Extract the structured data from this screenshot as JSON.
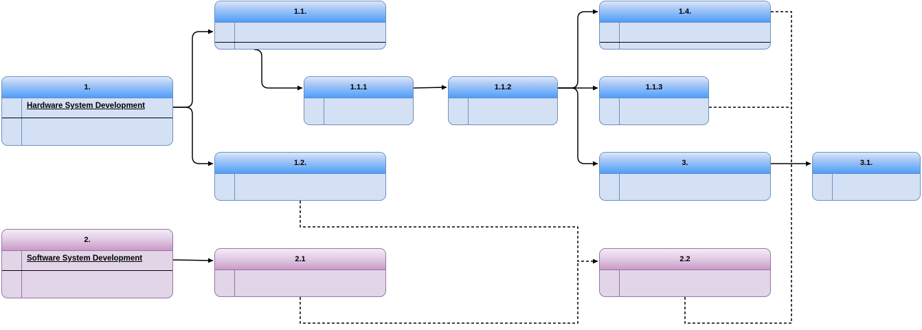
{
  "nodes": [
    {
      "id": "n1",
      "label": "1.",
      "description": "Hardware System Development",
      "color": "blue"
    },
    {
      "id": "n11",
      "label": "1.1.",
      "description": "",
      "color": "blue"
    },
    {
      "id": "n111",
      "label": "1.1.1",
      "description": "",
      "color": "blue"
    },
    {
      "id": "n112",
      "label": "1.1.2",
      "description": "",
      "color": "blue"
    },
    {
      "id": "n14",
      "label": "1.4.",
      "description": "",
      "color": "blue"
    },
    {
      "id": "n113",
      "label": "1.1.3",
      "description": "",
      "color": "blue"
    },
    {
      "id": "n12",
      "label": "1.2.",
      "description": "",
      "color": "blue"
    },
    {
      "id": "n3",
      "label": "3.",
      "description": "",
      "color": "blue"
    },
    {
      "id": "n31",
      "label": "3.1.",
      "description": "",
      "color": "blue"
    },
    {
      "id": "n2",
      "label": "2.",
      "description": "Software System Development",
      "color": "purple"
    },
    {
      "id": "n21",
      "label": "2.1",
      "description": "",
      "color": "purple"
    },
    {
      "id": "n22",
      "label": "2.2",
      "description": "",
      "color": "purple"
    }
  ],
  "edges": [
    {
      "from": "n1",
      "to": "n11",
      "style": "solid"
    },
    {
      "from": "n1",
      "to": "n12",
      "style": "solid"
    },
    {
      "from": "n11",
      "to": "n111",
      "style": "solid"
    },
    {
      "from": "n111",
      "to": "n112",
      "style": "solid"
    },
    {
      "from": "n112",
      "to": "n14",
      "style": "solid"
    },
    {
      "from": "n112",
      "to": "n113",
      "style": "solid"
    },
    {
      "from": "n112",
      "to": "n3",
      "style": "solid"
    },
    {
      "from": "n3",
      "to": "n31",
      "style": "solid"
    },
    {
      "from": "n2",
      "to": "n21",
      "style": "solid"
    },
    {
      "from": "n12",
      "to": "n22",
      "style": "dashed"
    },
    {
      "from": "n21",
      "to": "n22",
      "style": "dashed"
    },
    {
      "from": "n14",
      "to": "n22",
      "style": "dashed"
    },
    {
      "from": "n113",
      "to": "n22",
      "style": "dashed"
    }
  ],
  "colors": {
    "blue_border": "#6c8ebf",
    "blue_fill": "#d4e1f5",
    "blue_header": "#4f9efb",
    "purple_border": "#9673a6",
    "purple_fill": "#e1d5e7",
    "purple_header": "#cc9ac6",
    "connector": "#000000"
  }
}
